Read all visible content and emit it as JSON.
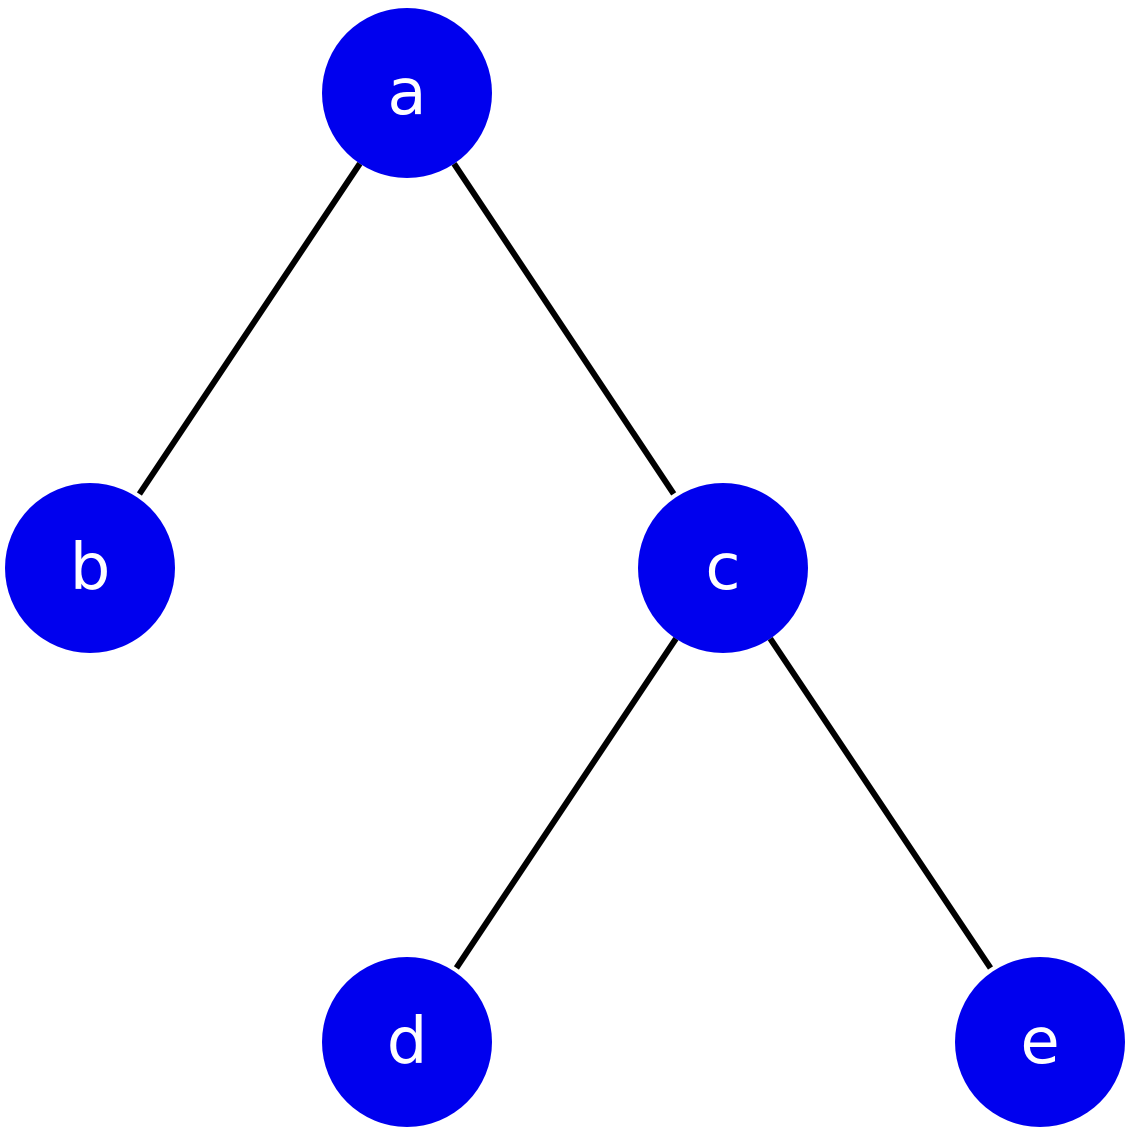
{
  "colors": {
    "node_fill": "#0000ee",
    "edge_stroke": "#000000",
    "label_color": "#ffffff",
    "background": "#ffffff"
  },
  "nodes": [
    {
      "id": "a",
      "label": "a"
    },
    {
      "id": "b",
      "label": "b"
    },
    {
      "id": "c",
      "label": "c"
    },
    {
      "id": "d",
      "label": "d"
    },
    {
      "id": "e",
      "label": "e"
    }
  ],
  "edges": [
    {
      "from": "a",
      "to": "b"
    },
    {
      "from": "a",
      "to": "c"
    },
    {
      "from": "c",
      "to": "d"
    },
    {
      "from": "c",
      "to": "e"
    }
  ]
}
